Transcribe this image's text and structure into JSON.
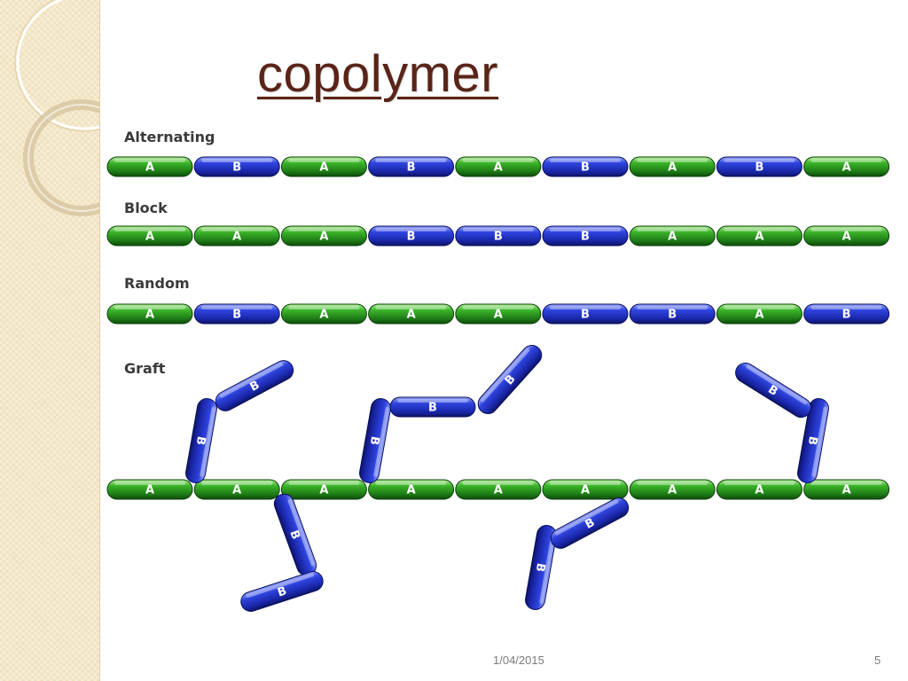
{
  "slide": {
    "title": "copolymer",
    "footer_date": "1/04/2015",
    "page_number": "5"
  },
  "colors": {
    "monomer_a": "#2a9a1f",
    "monomer_b": "#2233cc",
    "title": "#5a2418",
    "panel": "#f4e7c8"
  },
  "diagram": {
    "rows": [
      {
        "label": "Alternating",
        "sequence": [
          "A",
          "B",
          "A",
          "B",
          "A",
          "B",
          "A",
          "B",
          "A"
        ]
      },
      {
        "label": "Block",
        "sequence": [
          "A",
          "A",
          "A",
          "B",
          "B",
          "B",
          "A",
          "A",
          "A"
        ]
      },
      {
        "label": "Random",
        "sequence": [
          "A",
          "B",
          "A",
          "A",
          "A",
          "B",
          "B",
          "A",
          "B"
        ]
      },
      {
        "label": "Graft",
        "sequence": [
          "A",
          "A",
          "A",
          "A",
          "A",
          "A",
          "A",
          "A",
          "A"
        ]
      }
    ],
    "graft_branches": [
      {
        "direction": "up",
        "sequence": [
          "B",
          "B"
        ]
      },
      {
        "direction": "up",
        "sequence": [
          "B",
          "B",
          "B"
        ]
      },
      {
        "direction": "up",
        "sequence": [
          "B",
          "B"
        ]
      },
      {
        "direction": "down",
        "sequence": [
          "B",
          "B"
        ]
      },
      {
        "direction": "down",
        "sequence": [
          "B",
          "B"
        ]
      }
    ]
  }
}
